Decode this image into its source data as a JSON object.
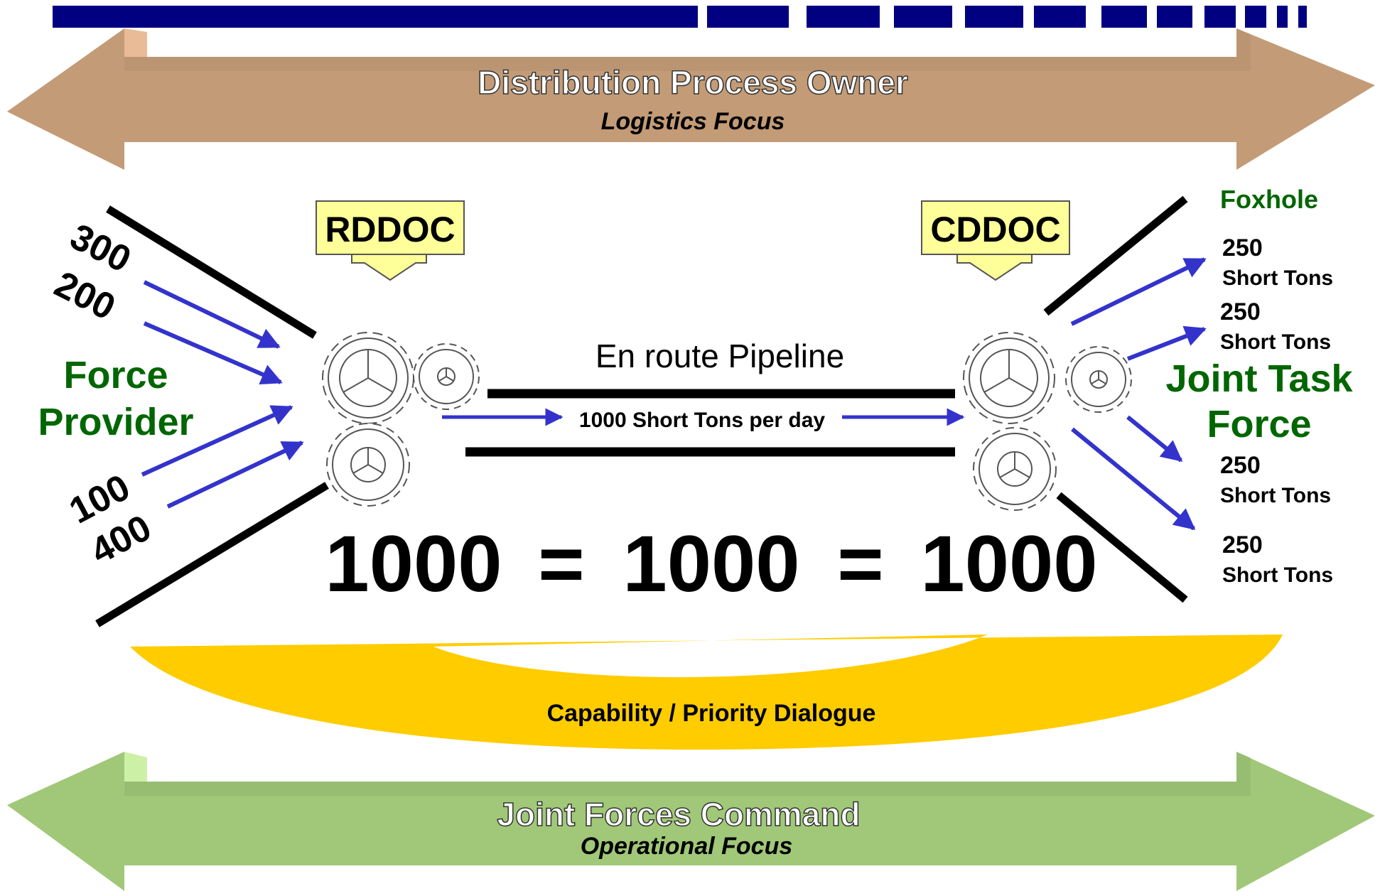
{
  "colors": {
    "navy": "#000080",
    "tan_arrow": "#C39B77",
    "tan_light": "#E8B48C",
    "green_arrow": "#A0C878",
    "green_light": "#C6EE9C",
    "yellow_callout": "#FFFF99",
    "gold_band": "#FFCC00",
    "blue_arrow": "#3333CC",
    "green_text": "#006600"
  },
  "top_band": {
    "title": "Distribution Process Owner",
    "subtitle": "Logistics Focus"
  },
  "bottom_band": {
    "title": "Joint Forces Command",
    "subtitle": "Operational Focus"
  },
  "left": {
    "label_line1": "Force",
    "label_line2": "Provider",
    "inputs": [
      "300",
      "200",
      "100",
      "400"
    ]
  },
  "rddoc": "RDDOC",
  "cddoc": "CDDOC",
  "pipeline": {
    "title": "En route Pipeline",
    "flow": "1000 Short Tons per day"
  },
  "equation": {
    "a": "1000",
    "eq1": "=",
    "b": "1000",
    "eq2": "=",
    "c": "1000"
  },
  "right": {
    "foxhole": "Foxhole",
    "label_line1": "Joint Task",
    "label_line2": "Force",
    "outputs": [
      {
        "value": "250",
        "unit": "Short Tons"
      },
      {
        "value": "250",
        "unit": "Short Tons"
      },
      {
        "value": "250",
        "unit": "Short Tons"
      },
      {
        "value": "250",
        "unit": "Short Tons"
      }
    ]
  },
  "dialogue": "Capability / Priority Dialogue",
  "icons": [
    "gear-icon"
  ]
}
